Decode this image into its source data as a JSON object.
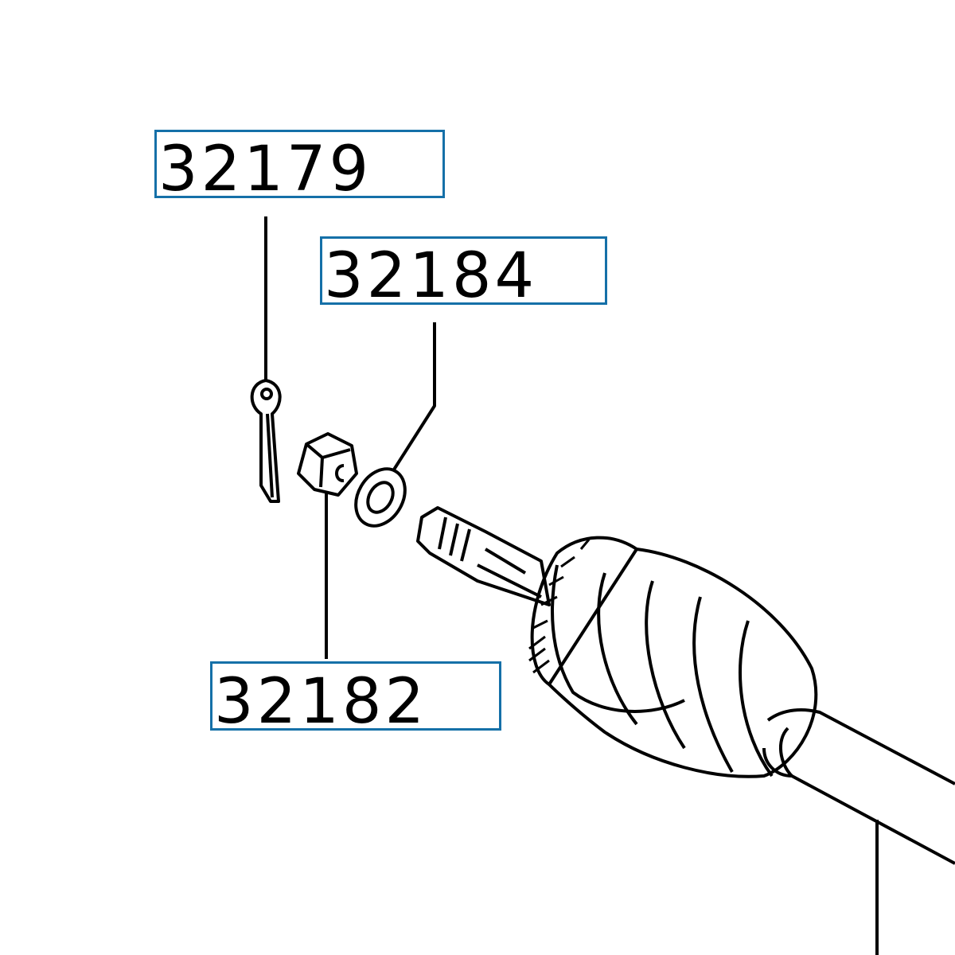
{
  "diagram": {
    "callouts": [
      {
        "part_number": "32179",
        "part": "cotter-pin"
      },
      {
        "part_number": "32184",
        "part": "washer"
      },
      {
        "part_number": "32182",
        "part": "castle-nut"
      }
    ],
    "colors": {
      "callout_border": "#1570a8",
      "line": "#000000"
    }
  }
}
